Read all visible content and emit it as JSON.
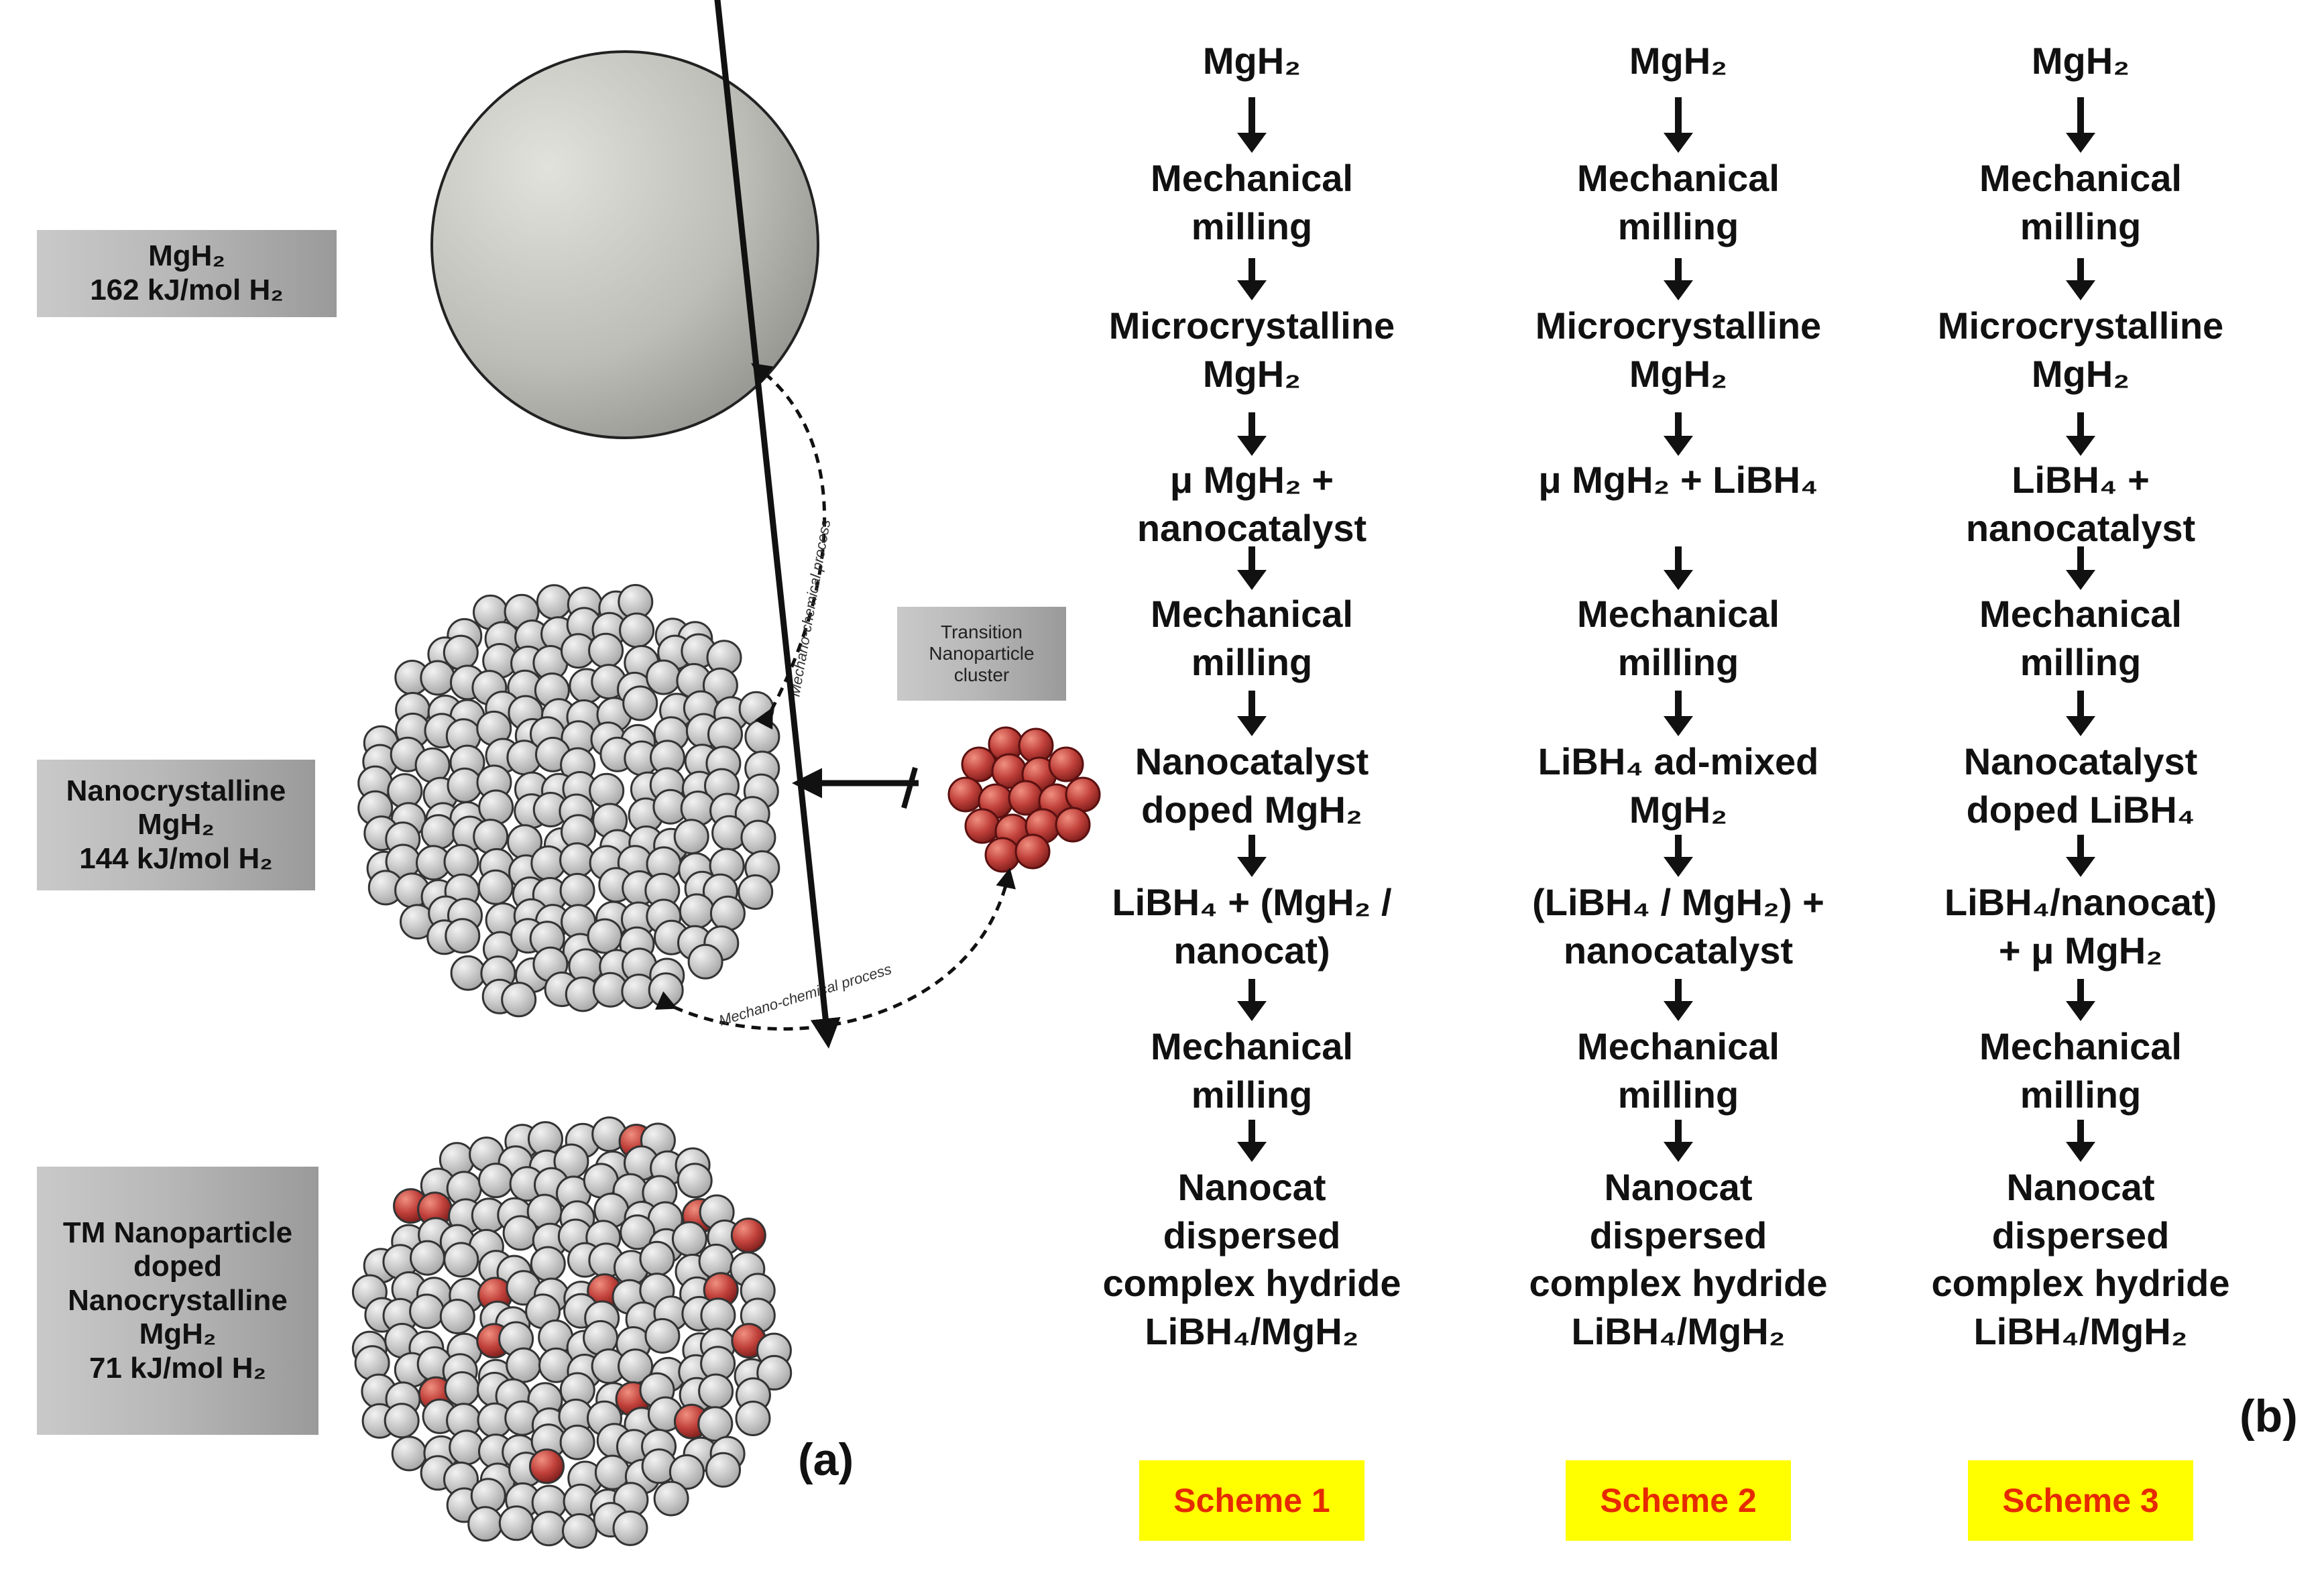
{
  "panel_a": {
    "label": "(a)",
    "boxes": {
      "bulk": [
        "MgH₂",
        "162 kJ/mol H₂"
      ],
      "nano": [
        "Nanocrystalline",
        "MgH₂",
        "144 kJ/mol H₂"
      ],
      "doped": [
        "TM Nanoparticle",
        "doped",
        "Nanocrystalline",
        "MgH₂",
        "71 kJ/mol H₂"
      ],
      "cluster": [
        "Transition",
        "Nanoparticle",
        "cluster"
      ]
    },
    "process_label": "Mechano-chemical process"
  },
  "panel_b": {
    "label": "(b)",
    "schemes": [
      {
        "name": "Scheme 1",
        "steps": [
          [
            "MgH₂"
          ],
          [
            "Mechanical",
            "milling"
          ],
          [
            "Microcrystalline",
            "MgH₂"
          ],
          [
            "μ MgH₂ +",
            "nanocatalyst"
          ],
          [
            "Mechanical",
            "milling"
          ],
          [
            "Nanocatalyst",
            "doped MgH₂"
          ],
          [
            "LiBH₄ + (MgH₂ /",
            "nanocat)"
          ],
          [
            "Mechanical",
            "milling"
          ],
          [
            "Nanocat",
            "dispersed",
            "complex hydride",
            "LiBH₄/MgH₂"
          ]
        ]
      },
      {
        "name": "Scheme 2",
        "steps": [
          [
            "MgH₂"
          ],
          [
            "Mechanical",
            "milling"
          ],
          [
            "Microcrystalline",
            "MgH₂"
          ],
          [
            "μ MgH₂ + LiBH₄"
          ],
          [
            "Mechanical",
            "milling"
          ],
          [
            "LiBH₄ ad-mixed",
            "MgH₂"
          ],
          [
            "(LiBH₄ / MgH₂) +",
            "nanocatalyst"
          ],
          [
            "Mechanical",
            "milling"
          ],
          [
            "Nanocat",
            "dispersed",
            "complex hydride",
            "LiBH₄/MgH₂"
          ]
        ]
      },
      {
        "name": "Scheme 3",
        "steps": [
          [
            "MgH₂"
          ],
          [
            "Mechanical",
            "milling"
          ],
          [
            "Microcrystalline",
            "MgH₂"
          ],
          [
            "LiBH₄ +",
            "nanocatalyst"
          ],
          [
            "Mechanical",
            "milling"
          ],
          [
            "Nanocatalyst",
            "doped LiBH₄"
          ],
          [
            "LiBH₄/nanocat)",
            "+ μ MgH₂"
          ],
          [
            "Mechanical",
            "milling"
          ],
          [
            "Nanocat",
            "dispersed",
            "complex hydride",
            "LiBH₄/MgH₂"
          ]
        ]
      }
    ]
  }
}
